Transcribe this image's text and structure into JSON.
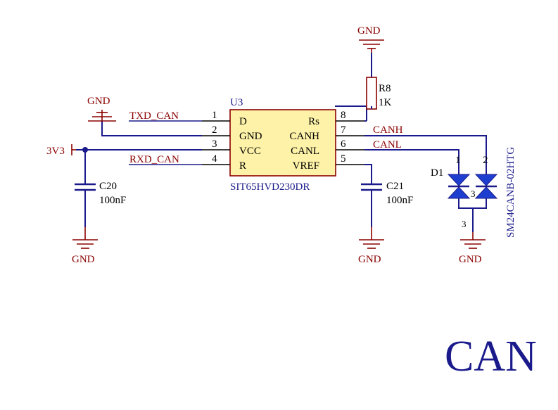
{
  "sheet_title": "CAN",
  "colors": {
    "wire": "#1a1a8c",
    "component": "#8b0000",
    "ic_fill": "#fdf2a8",
    "tvs_fill": "#1e3ed0"
  },
  "ic": {
    "designator": "U3",
    "part": "SIT65HVD230DR",
    "left_pins": [
      {
        "num": "1",
        "name": "D"
      },
      {
        "num": "2",
        "name": "GND"
      },
      {
        "num": "3",
        "name": "VCC"
      },
      {
        "num": "4",
        "name": "R"
      }
    ],
    "right_pins": [
      {
        "num": "8",
        "name": "Rs"
      },
      {
        "num": "7",
        "name": "CANH"
      },
      {
        "num": "6",
        "name": "CANL"
      },
      {
        "num": "5",
        "name": "VREF"
      }
    ]
  },
  "nets": {
    "txd": "TXD_CAN",
    "rxd": "RXD_CAN",
    "canh": "CANH",
    "canl": "CANL",
    "power": "3V3"
  },
  "gnd_labels": [
    "GND",
    "GND",
    "GND",
    "GND",
    "GND"
  ],
  "r8": {
    "designator": "R8",
    "value": "1K"
  },
  "c20": {
    "designator": "C20",
    "value": "100nF"
  },
  "c21": {
    "designator": "C21",
    "value": "100nF"
  },
  "d1": {
    "designator": "D1",
    "part": "SM24CANB-02HTG",
    "pins": [
      "1",
      "2",
      "3",
      "3"
    ]
  }
}
